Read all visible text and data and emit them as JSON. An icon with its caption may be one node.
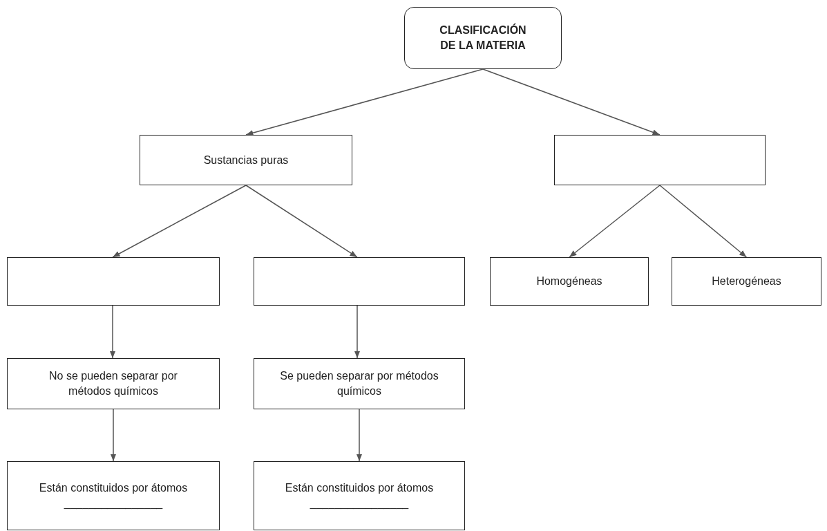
{
  "diagram": {
    "nodes": [
      {
        "text": [
          "CLASIFICACIÓN DE  LA MATERIA"
        ]
      },
      {
        "text": [
          "Sustancias puras"
        ]
      },
      {
        "text": [],
        "shape": "box"
      },
      {
        "text": [],
        "shape": "box"
      },
      {
        "text": [],
        "shape": "box"
      },
      {
        "text": [
          "Homogéneas"
        ]
      },
      {
        "text": [
          "Heterogéneas"
        ]
      },
      {
        "text": [
          "No se pueden separar por métodos químicos"
        ]
      },
      {
        "text": [
          "Se pueden separar por métodos químicos"
        ]
      },
      {
        "text": [
          "Están constituidos por átomos ________________"
        ]
      },
      {
        "text": [
          "Están constituidos por átomos ________________"
        ]
      }
    ],
    "edges": [
      {
        "from": 0,
        "to": 1,
        "arrow": "to"
      },
      {
        "from": 0,
        "to": 2,
        "arrow": "to"
      },
      {
        "from": 1,
        "to": 3,
        "arrow": "to"
      },
      {
        "from": 1,
        "to": 4,
        "arrow": "to"
      },
      {
        "from": 2,
        "to": 5,
        "arrow": "to"
      },
      {
        "from": 2,
        "to": 6,
        "arrow": "to"
      },
      {
        "from": 3,
        "to": 7,
        "arrow": "to"
      },
      {
        "from": 4,
        "to": 8,
        "arrow": "to"
      },
      {
        "from": 7,
        "to": 9,
        "arrow": "to"
      },
      {
        "from": 8,
        "to": 10,
        "arrow": "to"
      }
    ]
  }
}
